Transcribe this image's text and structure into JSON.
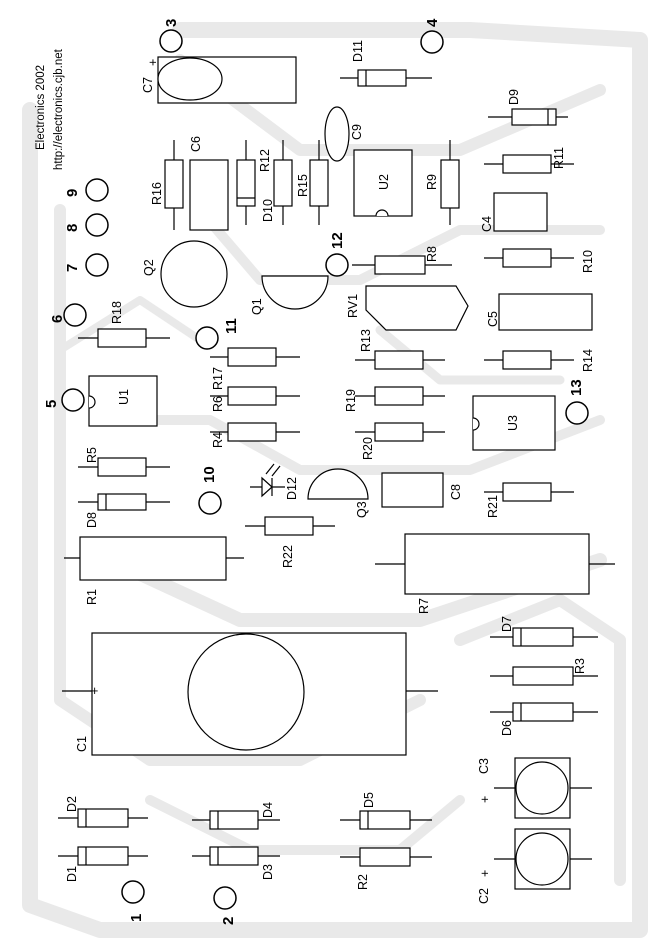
{
  "header": {
    "title": "Electronics 2002",
    "url": "http://electronics.cjb.net"
  },
  "colors": {
    "silkscreen": "#000000",
    "copper_ghost": "#e9e9e9",
    "background": "#ffffff"
  },
  "connection_points": [
    "1",
    "2",
    "3",
    "4",
    "5",
    "6",
    "7",
    "8",
    "9",
    "10",
    "11",
    "12",
    "13"
  ],
  "resistors": [
    "R1",
    "R2",
    "R3",
    "R4",
    "R5",
    "R6",
    "R7",
    "R8",
    "R9",
    "R10",
    "R11",
    "R12",
    "R13",
    "R14",
    "R15",
    "R16",
    "R17",
    "R18",
    "R19",
    "R20",
    "R21",
    "R22"
  ],
  "capacitors": [
    "C1",
    "C2",
    "C3",
    "C4",
    "C5",
    "C6",
    "C7",
    "C8",
    "C9"
  ],
  "diodes": [
    "D1",
    "D2",
    "D3",
    "D4",
    "D5",
    "D6",
    "D7",
    "D8",
    "D9",
    "D10",
    "D11",
    "D12"
  ],
  "transistors": [
    "Q1",
    "Q2",
    "Q3"
  ],
  "ics": [
    "U1",
    "U2",
    "U3"
  ],
  "trimmer": "RV1",
  "polarity_mark": "+"
}
